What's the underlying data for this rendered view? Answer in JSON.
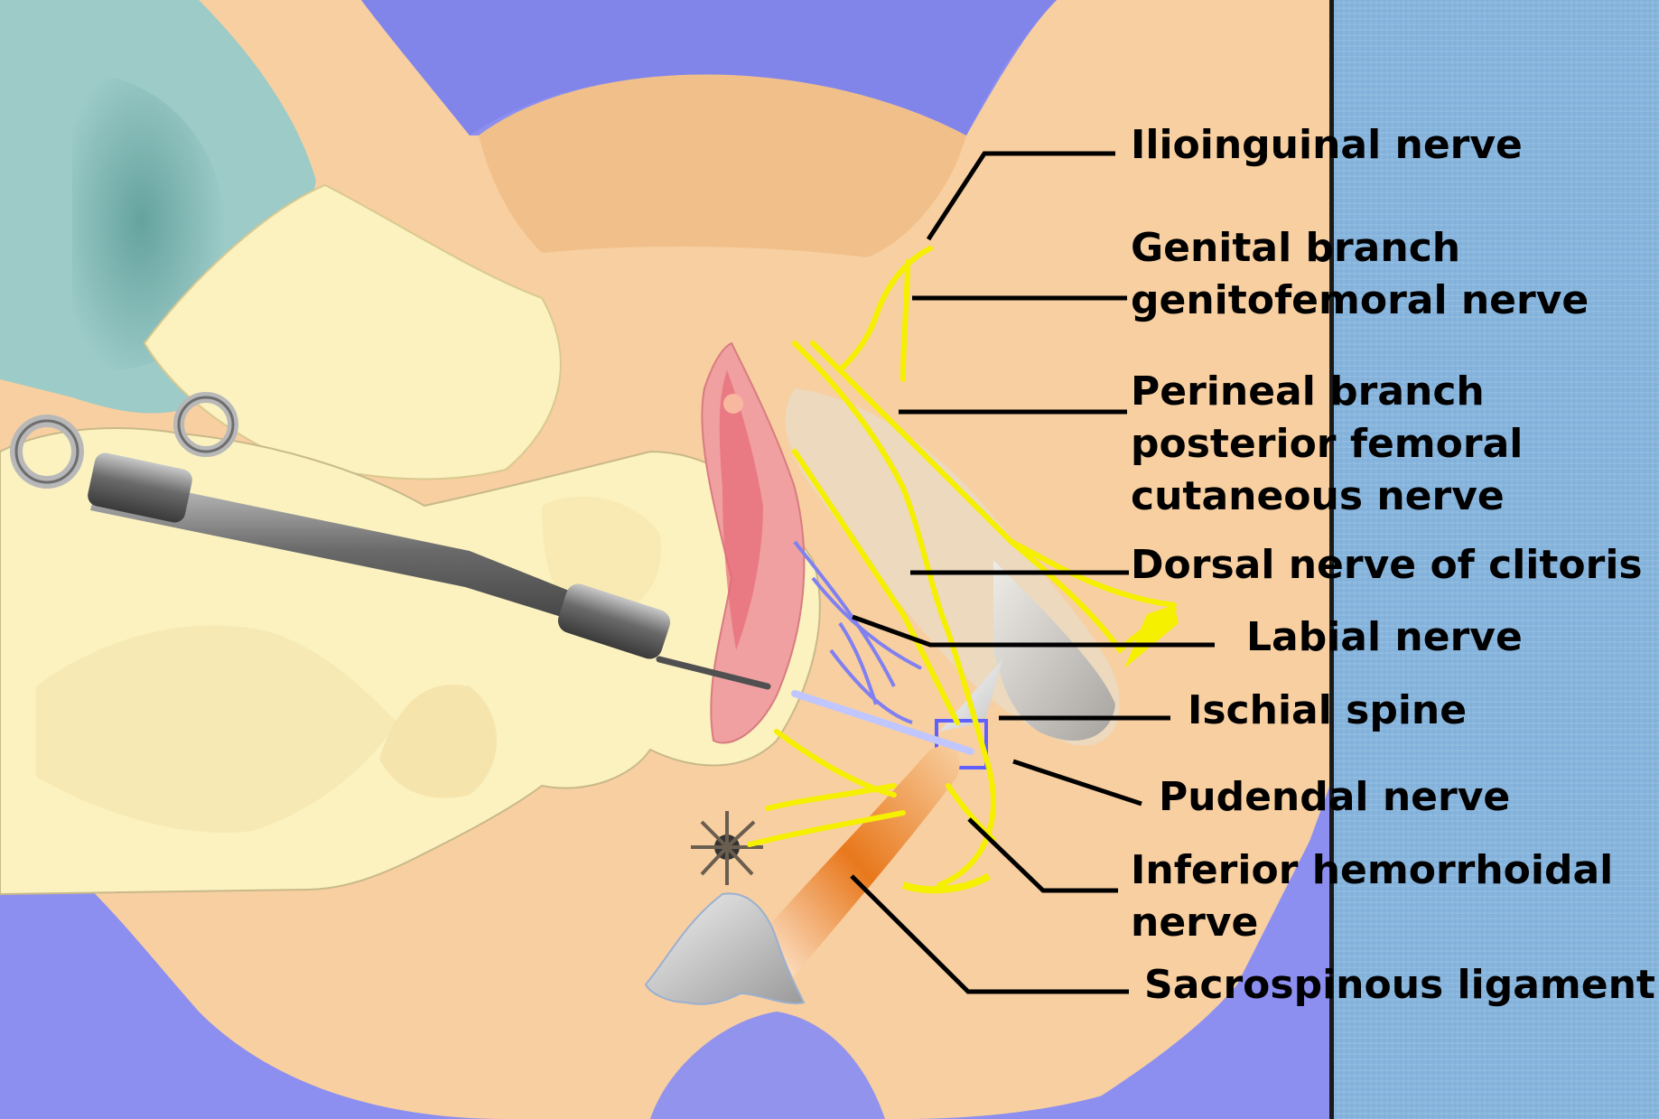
{
  "labels": {
    "ilioinguinal": [
      "Ilioinguinal nerve"
    ],
    "genital_branch": [
      "Genital branch",
      "genitofemoral nerve"
    ],
    "perineal_branch": [
      "Perineal branch",
      "posterior femoral",
      "cutaneous nerve"
    ],
    "dorsal_nerve": [
      "Dorsal nerve of clitoris"
    ],
    "labial_nerve": [
      "Labial nerve"
    ],
    "ischial_spine": [
      "Ischial spine"
    ],
    "pudendal_nerve": [
      "Pudendal nerve"
    ],
    "inferior_hemorrhoidal": [
      "Inferior hemorrhoidal",
      "nerve"
    ],
    "sacrospinous_ligament": [
      "Sacrospinous ligament"
    ]
  },
  "colors": {
    "skin": "#f8cfa0",
    "background_blue": "#8c8ff0",
    "drape_teal": "#9bcbc8",
    "glove": "#fbf2c0",
    "nerve_yellow": "#f5ef00",
    "side_panel": "#88b6dc",
    "leader_line": "#000000"
  }
}
